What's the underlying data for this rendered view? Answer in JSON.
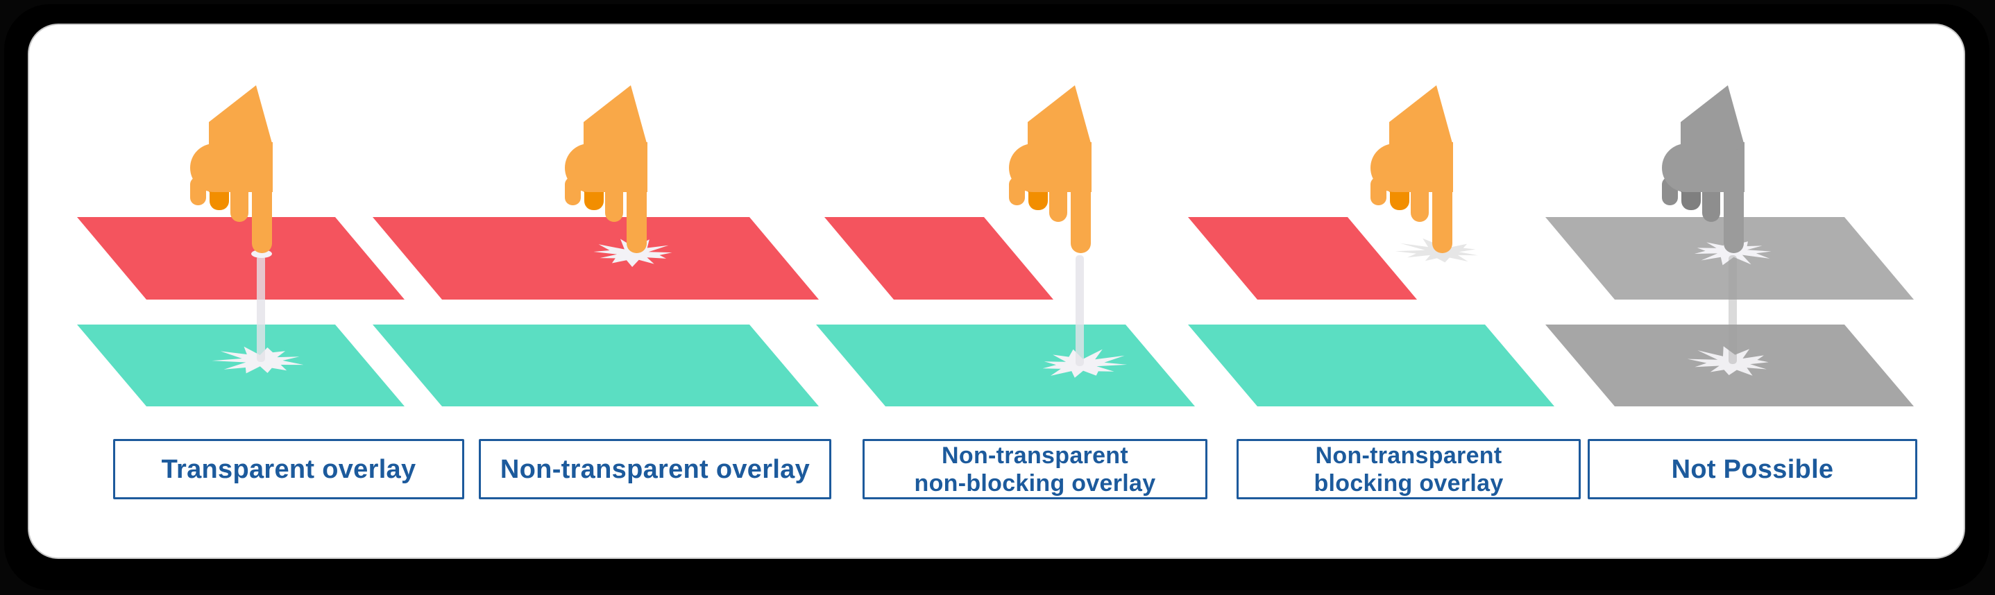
{
  "diagram": {
    "panels": [
      {
        "id": "transparent-overlay",
        "variant": "transparent-overlay",
        "label": "Transparent overlay",
        "label_lines": [
          "Transparent overlay"
        ],
        "hand_icon": "pointing-hand-down-icon",
        "hand_style": "orange",
        "overlay_layer": "red",
        "base_layer": "teal",
        "touch_outcome": "touch-passes-through-overlay-to-base-layer"
      },
      {
        "id": "non-transparent-overlay",
        "variant": "non-transparent-overlay",
        "label": "Non-transparent overlay",
        "label_lines": [
          "Non-transparent overlay"
        ],
        "hand_icon": "pointing-hand-down-icon",
        "hand_style": "orange",
        "overlay_layer": "red",
        "base_layer": "teal",
        "touch_outcome": "touch-lands-on-overlay"
      },
      {
        "id": "non-transparent-non-blocking-overlay",
        "variant": "non-transparent-non-blocking-overlay",
        "label": "Non-transparent non-blocking overlay",
        "label_lines": [
          "Non-transparent",
          "non-blocking overlay"
        ],
        "hand_icon": "pointing-hand-down-icon",
        "hand_style": "orange",
        "overlay_layer": "red",
        "base_layer": "teal",
        "touch_outcome": "touch-reaches-base-layer-beside-overlay"
      },
      {
        "id": "non-transparent-blocking-overlay",
        "variant": "non-transparent-blocking-overlay",
        "label": "Non-transparent blocking overlay",
        "label_lines": [
          "Non-transparent",
          "blocking overlay"
        ],
        "hand_icon": "pointing-hand-down-icon",
        "hand_style": "orange",
        "overlay_layer": "red",
        "base_layer": "teal",
        "touch_outcome": "touch-blocked-beside-overlay"
      },
      {
        "id": "not-possible",
        "variant": "not-possible",
        "label": "Not Possible",
        "label_lines": [
          "Not Possible"
        ],
        "hand_icon": "pointing-hand-down-icon",
        "hand_style": "gray",
        "overlay_layer": "gray",
        "base_layer": "gray",
        "touch_outcome": "not-possible"
      }
    ],
    "colors": {
      "overlay_red": "#F4545E",
      "base_teal": "#5BDEC2",
      "hand_orange": "#F9A848",
      "hand_orange_dark": "#F28E00",
      "hand_gray": "#9B9B9B",
      "hand_gray_dark": "#7F7F7F",
      "hand_gray_mid": "#8E8E8E",
      "disabled_top_layer": "#AEAEAE",
      "disabled_bottom_layer": "#A6A6A6",
      "touch_highlight": "#F3F2F6",
      "touch_highlight_dim": "#E2E2E2",
      "beam_light": "#E4E2E8",
      "beam_gray": "#9E9E9E",
      "label_blue": "#1C5A9C",
      "card_background": "#FFFFFF",
      "card_border": "#C6C6C6",
      "frame_black": "#000000"
    }
  }
}
